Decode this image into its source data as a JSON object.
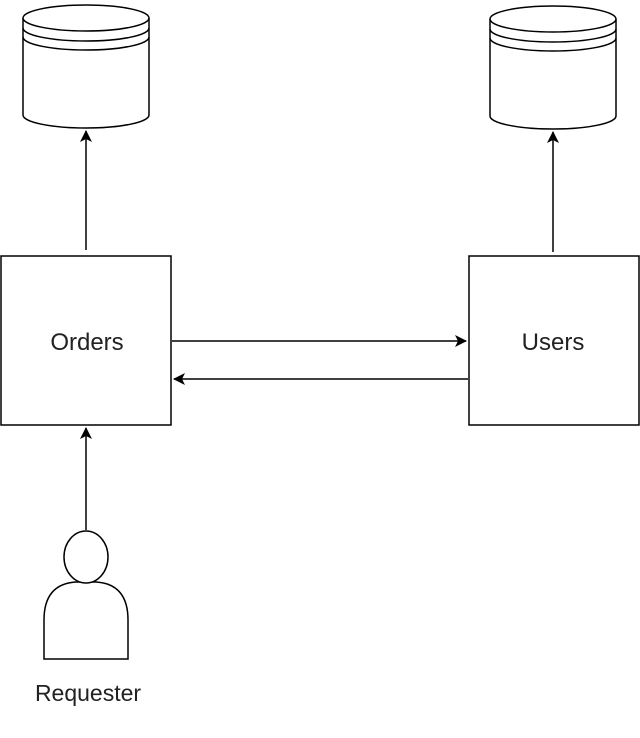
{
  "diagram": {
    "nodes": {
      "orders": {
        "label": "Orders"
      },
      "users": {
        "label": "Users"
      },
      "requester": {
        "label": "Requester"
      }
    },
    "edges": [
      {
        "from": "requester",
        "to": "orders"
      },
      {
        "from": "orders",
        "to": "orders-database"
      },
      {
        "from": "users",
        "to": "users-database"
      },
      {
        "from": "orders",
        "to": "users"
      },
      {
        "from": "users",
        "to": "orders"
      }
    ]
  }
}
